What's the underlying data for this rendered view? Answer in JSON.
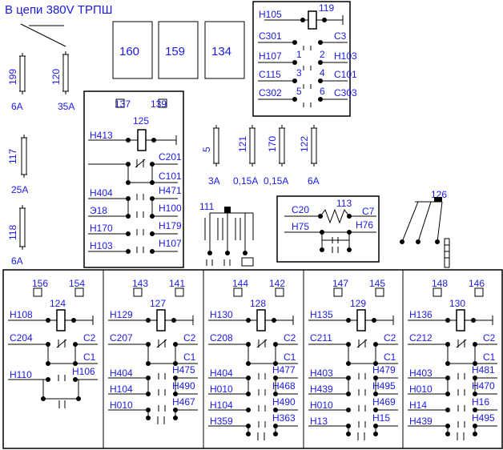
{
  "title": "В цепи 380V ТРПШ",
  "switch_panel": {
    "relay": "119",
    "relay_left": "Н105",
    "rows": [
      {
        "l": "С301",
        "r": "С3",
        "ln": "",
        "rn": ""
      },
      {
        "l": "Н107",
        "r": "Н103",
        "ln": "1",
        "rn": "2"
      },
      {
        "l": "С115",
        "r": "С101",
        "ln": "3",
        "rn": "4"
      },
      {
        "l": "С302",
        "r": "С303",
        "ln": "5",
        "rn": "6"
      }
    ]
  },
  "top_boxes": [
    "160",
    "159",
    "134"
  ],
  "left_fuses": [
    {
      "id": "199",
      "rating": "6А"
    },
    {
      "id": "120",
      "rating": "35А"
    },
    {
      "id": "117",
      "rating": "25А"
    },
    {
      "id": "118",
      "rating": "6А"
    }
  ],
  "mid_fuses": [
    {
      "id": "5",
      "rating": "3А"
    },
    {
      "id": "121",
      "rating": "0,15А"
    },
    {
      "id": "170",
      "rating": "0,15А"
    },
    {
      "id": "122",
      "rating": "6А"
    }
  ],
  "panel_125": {
    "relay": "125",
    "boxes": [
      "137",
      "139"
    ],
    "coil_label": "Н413",
    "labels_right": [
      "С201",
      "С101",
      "Н471",
      "Н100",
      "Н179",
      "Н107"
    ],
    "labels_left": [
      "Н404",
      "Э18",
      "Н170",
      "Н103"
    ]
  },
  "component_111": "111",
  "panel_113": {
    "relay": "113",
    "labels": [
      "С20",
      "С7",
      "Н75",
      "Н76"
    ]
  },
  "component_126": "126",
  "bottom_panels": [
    {
      "boxes": [
        "156",
        "154"
      ],
      "relay": "124",
      "coil": "Н108",
      "rows": [
        [
          "С204",
          "С2"
        ],
        [
          "",
          "С1"
        ],
        [
          "Н110",
          "Н106"
        ]
      ]
    },
    {
      "boxes": [
        "143",
        "141"
      ],
      "relay": "127",
      "coil": "Н129",
      "rows": [
        [
          "С207",
          "С2"
        ],
        [
          "",
          "С1"
        ],
        [
          "Н404",
          "Н475"
        ],
        [
          "Н104",
          "Н490"
        ],
        [
          "Н010",
          "Н467"
        ]
      ]
    },
    {
      "boxes": [
        "144",
        "142"
      ],
      "relay": "128",
      "coil": "Н130",
      "rows": [
        [
          "С208",
          "С2"
        ],
        [
          "",
          "С1"
        ],
        [
          "Н404",
          "Н477"
        ],
        [
          "Н010",
          "Н468"
        ],
        [
          "Н104",
          "Н490"
        ],
        [
          "Н359",
          "Н363"
        ]
      ]
    },
    {
      "boxes": [
        "147",
        "145"
      ],
      "relay": "129",
      "coil": "Н135",
      "rows": [
        [
          "С211",
          "С2"
        ],
        [
          "",
          "С1"
        ],
        [
          "Н403",
          "Н479"
        ],
        [
          "Н439",
          "Н495"
        ],
        [
          "Н010",
          "Н469"
        ],
        [
          "Н13",
          "Н15"
        ]
      ]
    },
    {
      "boxes": [
        "148",
        "146"
      ],
      "relay": "130",
      "coil": "Н136",
      "rows": [
        [
          "С212",
          "С2"
        ],
        [
          "",
          "С1"
        ],
        [
          "Н403",
          "Н481"
        ],
        [
          "Н010",
          "Н470"
        ],
        [
          "Н14",
          "Н16"
        ],
        [
          "Н439",
          "Н495"
        ]
      ]
    }
  ]
}
